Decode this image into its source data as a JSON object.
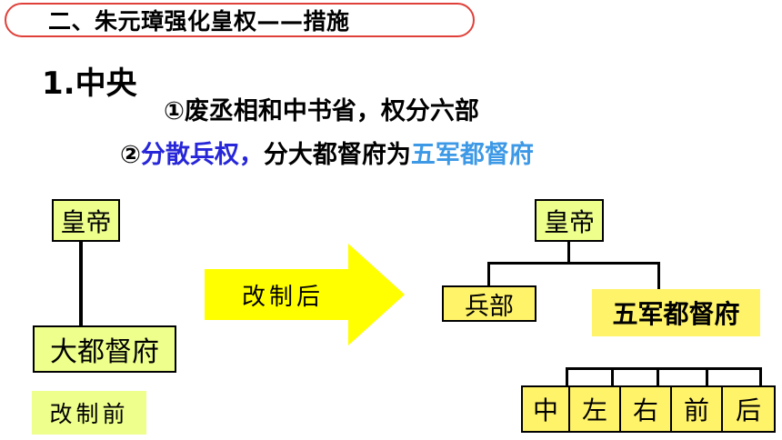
{
  "title": "二、朱元璋强化皇权——措施",
  "heading": "1.中央",
  "point1": "①废丞相和中书省，权分六部",
  "point2": {
    "prefix": "②",
    "blue_part": "分散兵权，",
    "middle": "分大都督府为",
    "lightblue_part": "五军都督府"
  },
  "before": {
    "emperor": "皇帝",
    "office": "大都督府",
    "caption": "改制前"
  },
  "arrow_label": "改制后",
  "after": {
    "emperor": "皇帝",
    "ministry": "兵部",
    "office": "五军都督府",
    "subs": [
      "中",
      "左",
      "右",
      "前",
      "后"
    ]
  },
  "colors": {
    "box_fill": "#eeff8c",
    "yellow": "#fff36a",
    "blue": "#2727d9",
    "light_blue": "#3d99e6",
    "title_border": "#e0403a"
  }
}
